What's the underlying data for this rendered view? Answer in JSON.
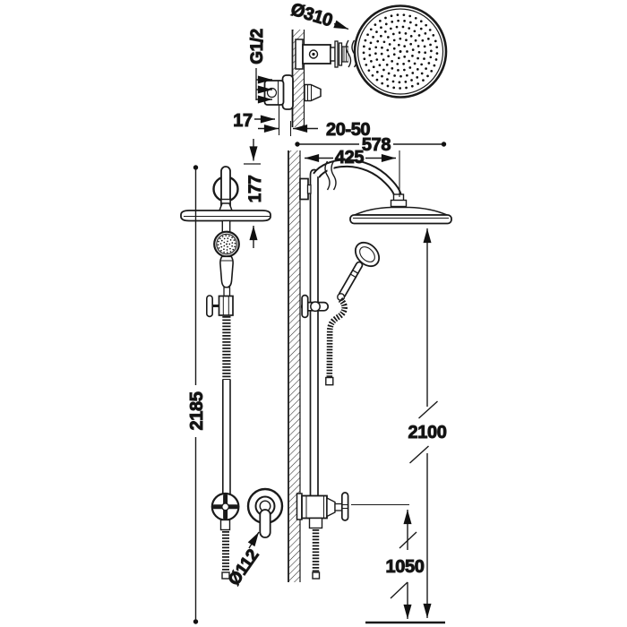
{
  "drawing": {
    "type": "shower-column-installation-diagram",
    "background": "#ffffff",
    "line_color": "#1a1a1a",
    "labels": {
      "thread_size": "G1/2",
      "head_diameter": "Ø310",
      "wall_plate_depth": "17",
      "embed_depth_range": "20-50",
      "total_projection": "578",
      "arm_projection": "425",
      "head_drop": "177",
      "column_height": "2185",
      "head_height": "2100",
      "valve_height": "1050",
      "mixer_escutcheon_diameter": "Ø112"
    }
  }
}
